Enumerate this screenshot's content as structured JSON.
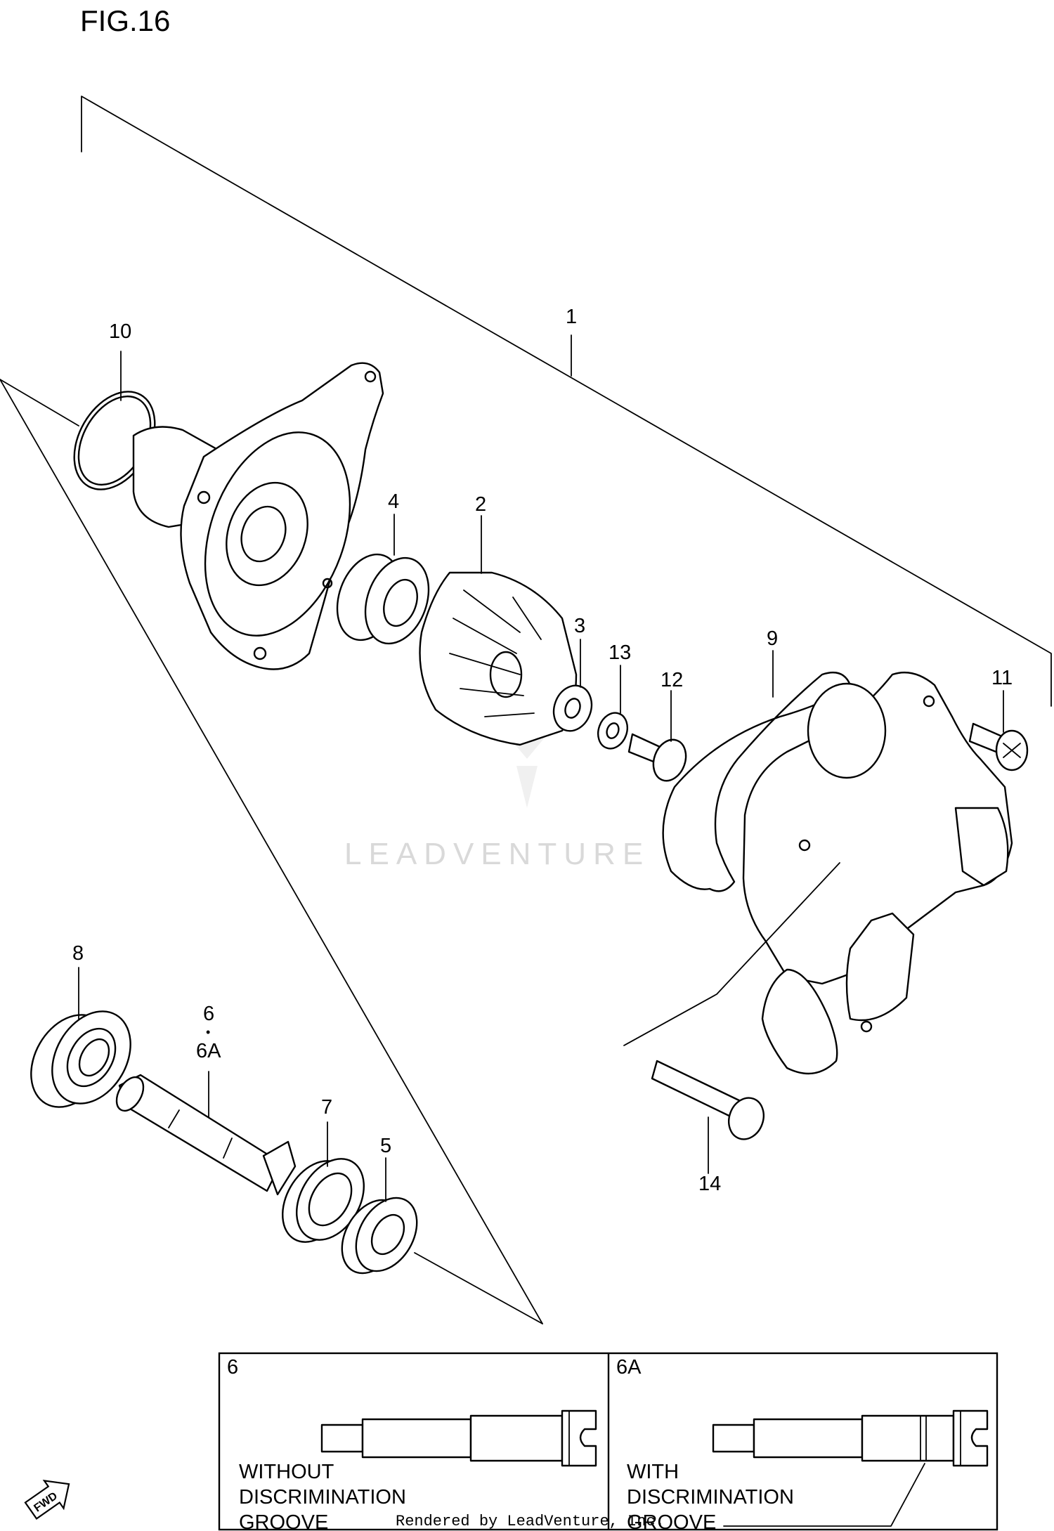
{
  "figure": {
    "title": "FIG.16"
  },
  "callouts": {
    "p1": "1",
    "p2": "2",
    "p3": "3",
    "p4": "4",
    "p5": "5",
    "p6": "6",
    "p6a": "6A",
    "p7": "7",
    "p8": "8",
    "p9": "9",
    "p10": "10",
    "p11": "11",
    "p12": "12",
    "p13": "13",
    "p14": "14",
    "dot": "•"
  },
  "detail_box": {
    "left": {
      "id": "6",
      "line1": "WITHOUT",
      "line2": "DISCRIMINATION",
      "line3": "GROOVE"
    },
    "right": {
      "id": "6A",
      "line1": "WITH",
      "line2": "DISCRIMINATION",
      "line3": "GROOVE"
    }
  },
  "watermark": "LEADVENTURE",
  "footer": {
    "rendered_by": "Rendered by LeadVenture, Inc."
  },
  "fwd_badge": "FWD"
}
